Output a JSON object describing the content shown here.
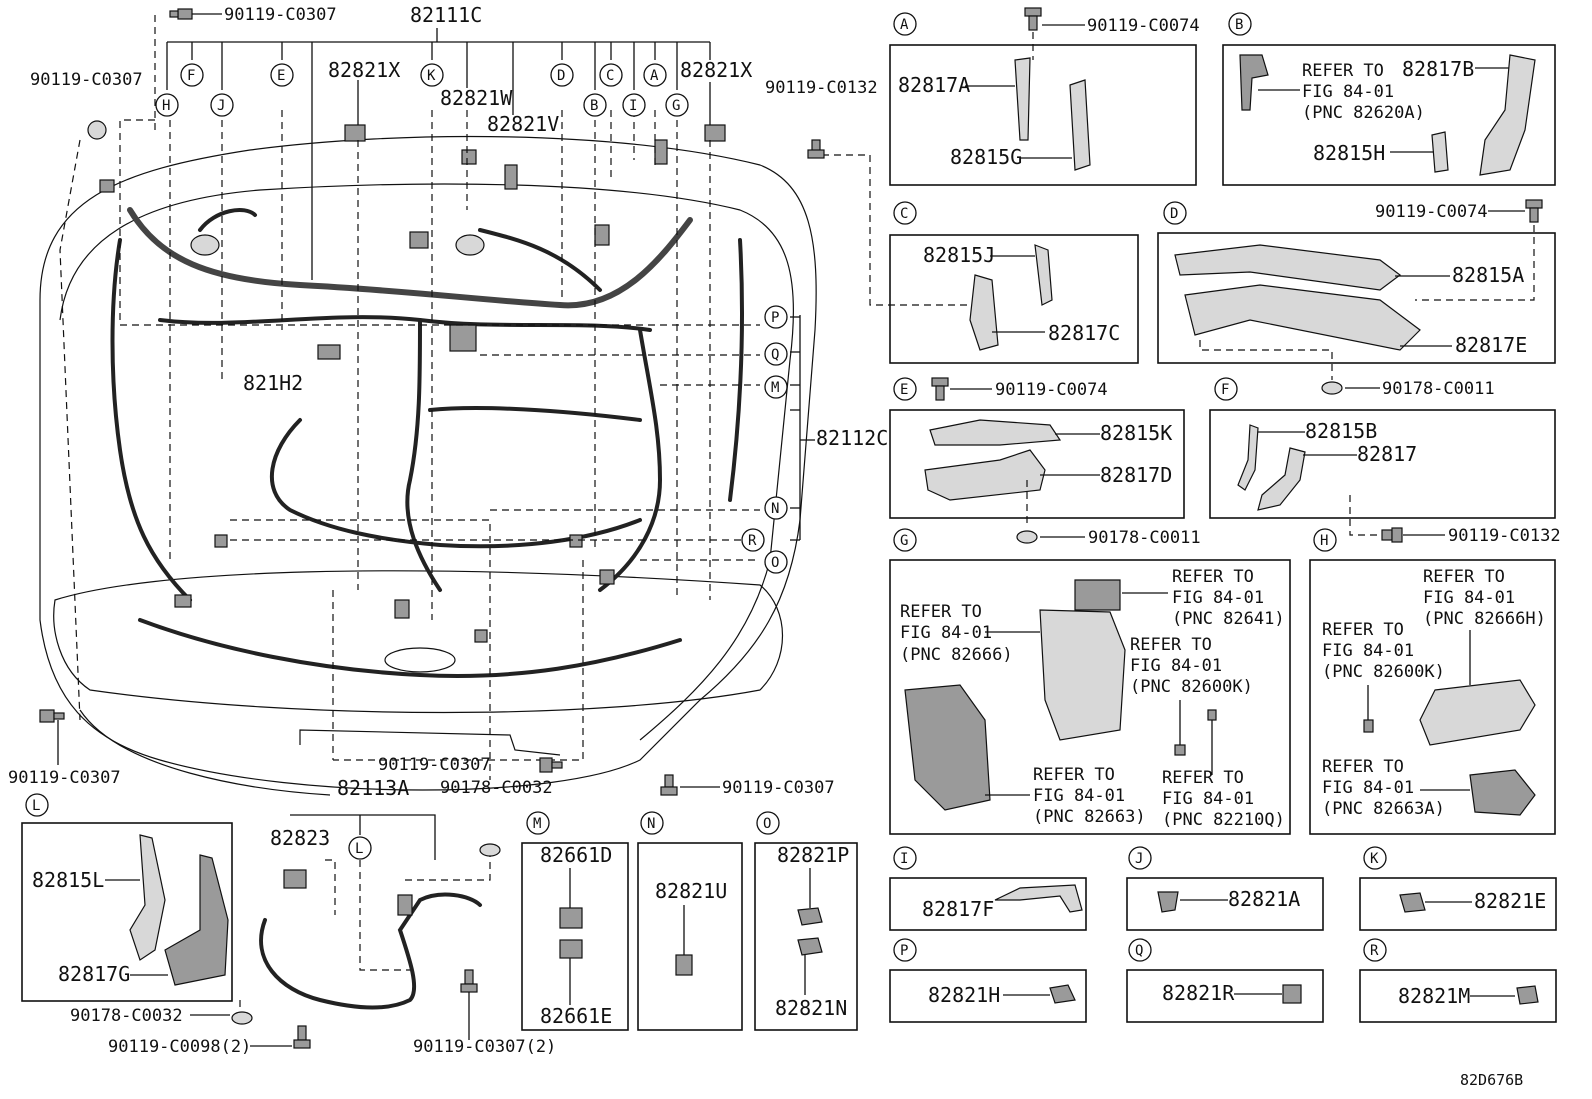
{
  "callouts": {
    "top_bolt": "90119-C0307",
    "left_bolt": "90119-C0307",
    "main_harness": "82111C",
    "lower_left_bolt": "90119-C0307",
    "bottom_bolt_a": "90119-C0307",
    "bottom_bolt_b": "90119-C0307",
    "bottom_clip": "90178-C0032",
    "mid_bolt": "90119-C0132",
    "harness_82113A": "82113A",
    "harness_82112C": "82112C",
    "pn_82821X_a": "82821X",
    "pn_82821X_b": "82821X",
    "pn_82821W": "82821W",
    "pn_82821V": "82821V",
    "pn_821H2": "821H2",
    "pn_82823": "82823",
    "diagram_code": "82D676B"
  },
  "main_letters": [
    "H",
    "F",
    "J",
    "E",
    "K",
    "D",
    "B",
    "C",
    "I",
    "A",
    "G"
  ],
  "side_letters": [
    "P",
    "Q",
    "M",
    "N",
    "R",
    "O"
  ],
  "panels": {
    "A": {
      "letter": "A",
      "bolt": "90119-C0074",
      "p1": "82817A",
      "p2": "82815G"
    },
    "B": {
      "letter": "B",
      "l1": "REFER TO",
      "l2": "FIG 84-01",
      "l3": "(PNC 82620A)",
      "p1": "82817B",
      "p2": "82815H"
    },
    "C": {
      "letter": "C",
      "p1": "82815J",
      "p2": "82817C"
    },
    "D": {
      "letter": "D",
      "bolt": "90119-C0074",
      "p1": "82815A",
      "p2": "82817E",
      "clip": "90178-C0011"
    },
    "E": {
      "letter": "E",
      "bolt": "90119-C0074",
      "p1": "82815K",
      "p2": "82817D",
      "clip": "90178-C0011"
    },
    "F": {
      "letter": "F",
      "p1": "82815B",
      "p2": "82817"
    },
    "H": {
      "letter": "H",
      "bolt": "90119-C0132",
      "r1a": "REFER TO",
      "r1b": "FIG 84-01",
      "r1c": "(PNC 82666H)",
      "r2a": "REFER TO",
      "r2b": "FIG 84-01",
      "r2c": "(PNC 82600K)",
      "r3a": "REFER TO",
      "r3b": "FIG 84-01",
      "r3c": "(PNC 82663A)"
    },
    "G": {
      "letter": "G",
      "r1a": "REFER TO",
      "r1b": "FIG 84-01",
      "r1c": "(PNC 82641)",
      "r2a": "REFER TO",
      "r2b": "FIG 84-01",
      "r2c": "(PNC 82666)",
      "r3a": "REFER TO",
      "r3b": "FIG 84-01",
      "r3c": "(PNC 82600K)",
      "r4a": "REFER TO",
      "r4b": "FIG 84-01",
      "r4c": "(PNC 82663)",
      "r5a": "REFER TO",
      "r5b": "FIG 84-01",
      "r5c": "(PNC 82210Q)"
    },
    "L": {
      "letter": "L",
      "p1": "82815L",
      "p2": "82817G",
      "clip": "90178-C0032",
      "bolt1": "90119-C0098(2)",
      "bolt2": "90119-C0307(2)"
    },
    "M": {
      "letter": "M",
      "p1": "82661D",
      "p2": "82661E"
    },
    "N": {
      "letter": "N",
      "p1": "82821U"
    },
    "O": {
      "letter": "O",
      "p1": "82821P",
      "p2": "82821N"
    },
    "I": {
      "letter": "I",
      "p1": "82817F"
    },
    "J": {
      "letter": "J",
      "p1": "82821A"
    },
    "K": {
      "letter": "K",
      "p1": "82821E"
    },
    "P": {
      "letter": "P",
      "p1": "82821H"
    },
    "Q": {
      "letter": "Q",
      "p1": "82821R"
    },
    "R": {
      "letter": "R",
      "p1": "82821M"
    }
  }
}
